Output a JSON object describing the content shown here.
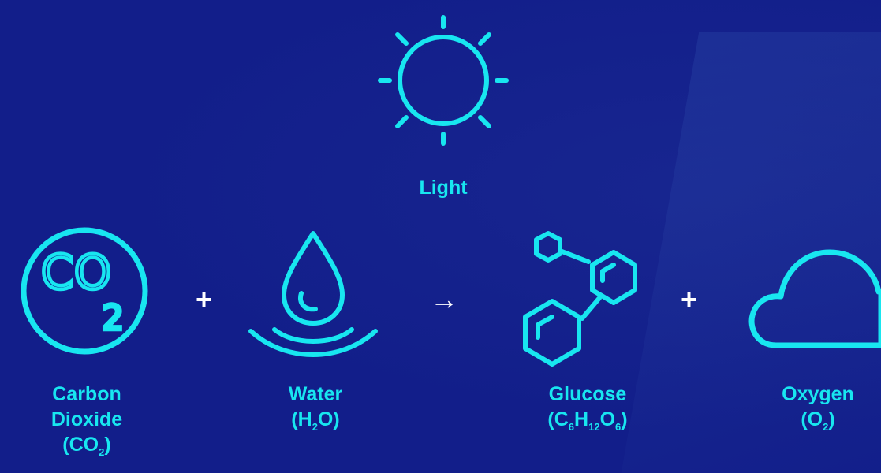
{
  "light": {
    "label": "Light",
    "icon": "sun-icon"
  },
  "reactants": [
    {
      "icon": "co2-icon",
      "line1": "Carbon",
      "line2": "Dioxide",
      "formula_open": "(CO",
      "formula_sub": "2",
      "formula_close": ")"
    },
    {
      "icon": "water-drop-icon",
      "name": "Water",
      "formula_open": "(H",
      "formula_sub": "2",
      "formula_close": "O)"
    }
  ],
  "products": [
    {
      "icon": "molecule-icon",
      "name": "Glucose",
      "f1": "(C",
      "s1": "6",
      "f2": "H",
      "s2": "12",
      "f3": "O",
      "s3": "6",
      "f4": ")"
    },
    {
      "icon": "cloud-icon",
      "name": "Oxygen",
      "formula_open": "(O",
      "formula_sub": "2",
      "formula_close": ")"
    }
  ],
  "operators": {
    "plus": "+",
    "arrow": "→"
  },
  "colors": {
    "background": "#121e8a",
    "accent": "#18e6f0",
    "operator": "#ffffff"
  },
  "icon_text": {
    "co2_letters": "CO",
    "co2_sub": "2"
  }
}
